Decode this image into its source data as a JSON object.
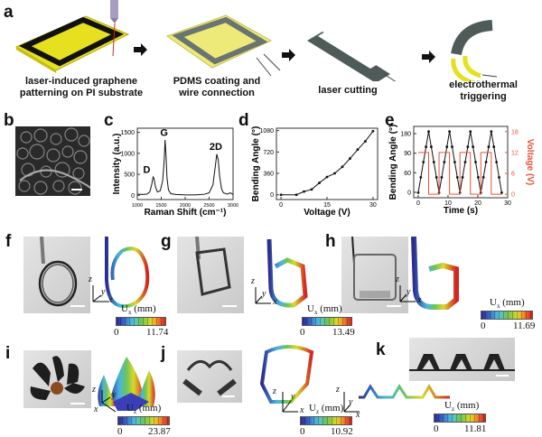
{
  "panel_labels": {
    "a": "a",
    "b": "b",
    "c": "c",
    "d": "d",
    "e": "e",
    "f": "f",
    "g": "g",
    "h": "h",
    "i": "i",
    "j": "j",
    "k": "k"
  },
  "panel_a": {
    "steps": [
      {
        "line1": "laser-induced graphene",
        "line2": "patterning on PI substrate"
      },
      {
        "line1": "PDMS coating and",
        "line2": "wire connection"
      },
      {
        "line1": "laser cutting",
        "line2": ""
      },
      {
        "line1": "electrothermal",
        "line2": "triggering"
      }
    ]
  },
  "axes_triad": {
    "x": "x",
    "y": "y",
    "z": "z"
  },
  "simulations": {
    "f": {
      "quantity": "U",
      "sub": "x",
      "unit": "(mm)",
      "min": "0",
      "max": "11.74"
    },
    "g": {
      "quantity": "U",
      "sub": "x",
      "unit": "(mm)",
      "min": "0",
      "max": "13.49"
    },
    "h": {
      "quantity": "U",
      "sub": "x",
      "unit": "(mm)",
      "min": "0",
      "max": "11.69"
    },
    "i": {
      "quantity": "U",
      "sub": "z",
      "unit": "(mm)",
      "min": "0",
      "max": "23.87"
    },
    "j": {
      "quantity": "U",
      "sub": "z",
      "unit": "(mm)",
      "min": "0",
      "max": "10.92"
    },
    "k": {
      "quantity": "U",
      "sub": "z",
      "unit": "(mm)",
      "min": "0",
      "max": "11.81"
    }
  },
  "colors": {
    "line": "#111111",
    "voltage": "#e8533a",
    "graphene": "#111111",
    "pi": "#e6e01e",
    "pdms": "#4f5b58"
  },
  "chart_data": [
    {
      "id": "c",
      "type": "line",
      "xlabel": "Raman Shift (cm⁻¹)",
      "ylabel": "Intensity (a.u.)",
      "xlim": [
        1000,
        3000
      ],
      "ylim": [
        -100,
        1600
      ],
      "xticks": [
        1000,
        1500,
        2000,
        2500,
        3000
      ],
      "yticks": [
        0,
        500,
        1000,
        1500
      ],
      "annotations": [
        {
          "text": "D",
          "x": 1310,
          "y": 450
        },
        {
          "text": "G",
          "x": 1560,
          "y": 1330
        },
        {
          "text": "2D",
          "x": 2640,
          "y": 1000
        }
      ],
      "x": [
        1000,
        1100,
        1200,
        1260,
        1300,
        1330,
        1350,
        1380,
        1420,
        1480,
        1530,
        1560,
        1580,
        1600,
        1620,
        1650,
        1700,
        1800,
        2000,
        2200,
        2400,
        2500,
        2580,
        2630,
        2660,
        2690,
        2720,
        2760,
        2800,
        2880,
        2940,
        2970,
        3000
      ],
      "y": [
        30,
        20,
        30,
        80,
        250,
        440,
        400,
        200,
        80,
        110,
        350,
        800,
        1320,
        950,
        420,
        130,
        40,
        20,
        10,
        10,
        25,
        60,
        250,
        700,
        980,
        850,
        450,
        150,
        60,
        30,
        60,
        40,
        20
      ]
    },
    {
      "id": "d",
      "type": "line",
      "xlabel": "Voltage (V)",
      "ylabel": "Bending Angle (°)",
      "xlim": [
        -1.5,
        31.5
      ],
      "ylim": [
        -80,
        1120
      ],
      "xticks": [
        0,
        15,
        30
      ],
      "yticks": [
        0,
        360,
        720,
        1080
      ],
      "x": [
        0,
        5,
        7.5,
        10,
        12.5,
        15,
        17.5,
        20,
        22.5,
        25,
        27.5,
        30
      ],
      "y": [
        0,
        0,
        55,
        90,
        200,
        300,
        360,
        470,
        610,
        760,
        900,
        1070
      ]
    },
    {
      "id": "e",
      "type": "line",
      "xlabel": "Time (s)",
      "ylabel": "Bending Angle (°)",
      "y2label": "Voltage (V)",
      "xlim": [
        -1.5,
        30
      ],
      "ylim": [
        -15,
        195
      ],
      "y2lim": [
        -1,
        19.5
      ],
      "xticks": [
        0,
        10,
        20,
        30
      ],
      "yticks": [
        0,
        60,
        90,
        180
      ],
      "y2ticks": [
        0,
        6,
        12,
        18
      ],
      "series": [
        {
          "name": "Bending Angle",
          "axis": "left",
          "x": [
            0,
            0.875,
            1.75,
            2.625,
            3.5,
            4.375,
            5.25,
            6.125,
            7,
            7.875,
            8.75,
            9.625,
            10.5,
            11.375,
            12.25,
            13.125,
            14,
            14.875,
            15.75,
            16.625,
            17.5,
            18.375,
            19.25,
            20.125,
            21,
            21.875,
            22.75,
            23.625,
            24.5,
            25.375,
            26.25,
            27.125,
            28
          ],
          "y": [
            0,
            45,
            90,
            135,
            180,
            135,
            90,
            45,
            0,
            45,
            90,
            135,
            180,
            135,
            90,
            45,
            0,
            45,
            90,
            135,
            180,
            135,
            90,
            45,
            0,
            45,
            90,
            135,
            180,
            135,
            90,
            45,
            0
          ]
        },
        {
          "name": "Voltage",
          "axis": "right",
          "x": [
            0,
            3.5,
            3.5,
            7,
            7,
            10.5,
            10.5,
            14,
            14,
            17.5,
            17.5,
            21,
            21,
            24.5,
            24.5,
            28
          ],
          "y": [
            12,
            12,
            0,
            0,
            12,
            12,
            0,
            0,
            12,
            12,
            0,
            0,
            12,
            12,
            0,
            0
          ]
        }
      ]
    }
  ]
}
